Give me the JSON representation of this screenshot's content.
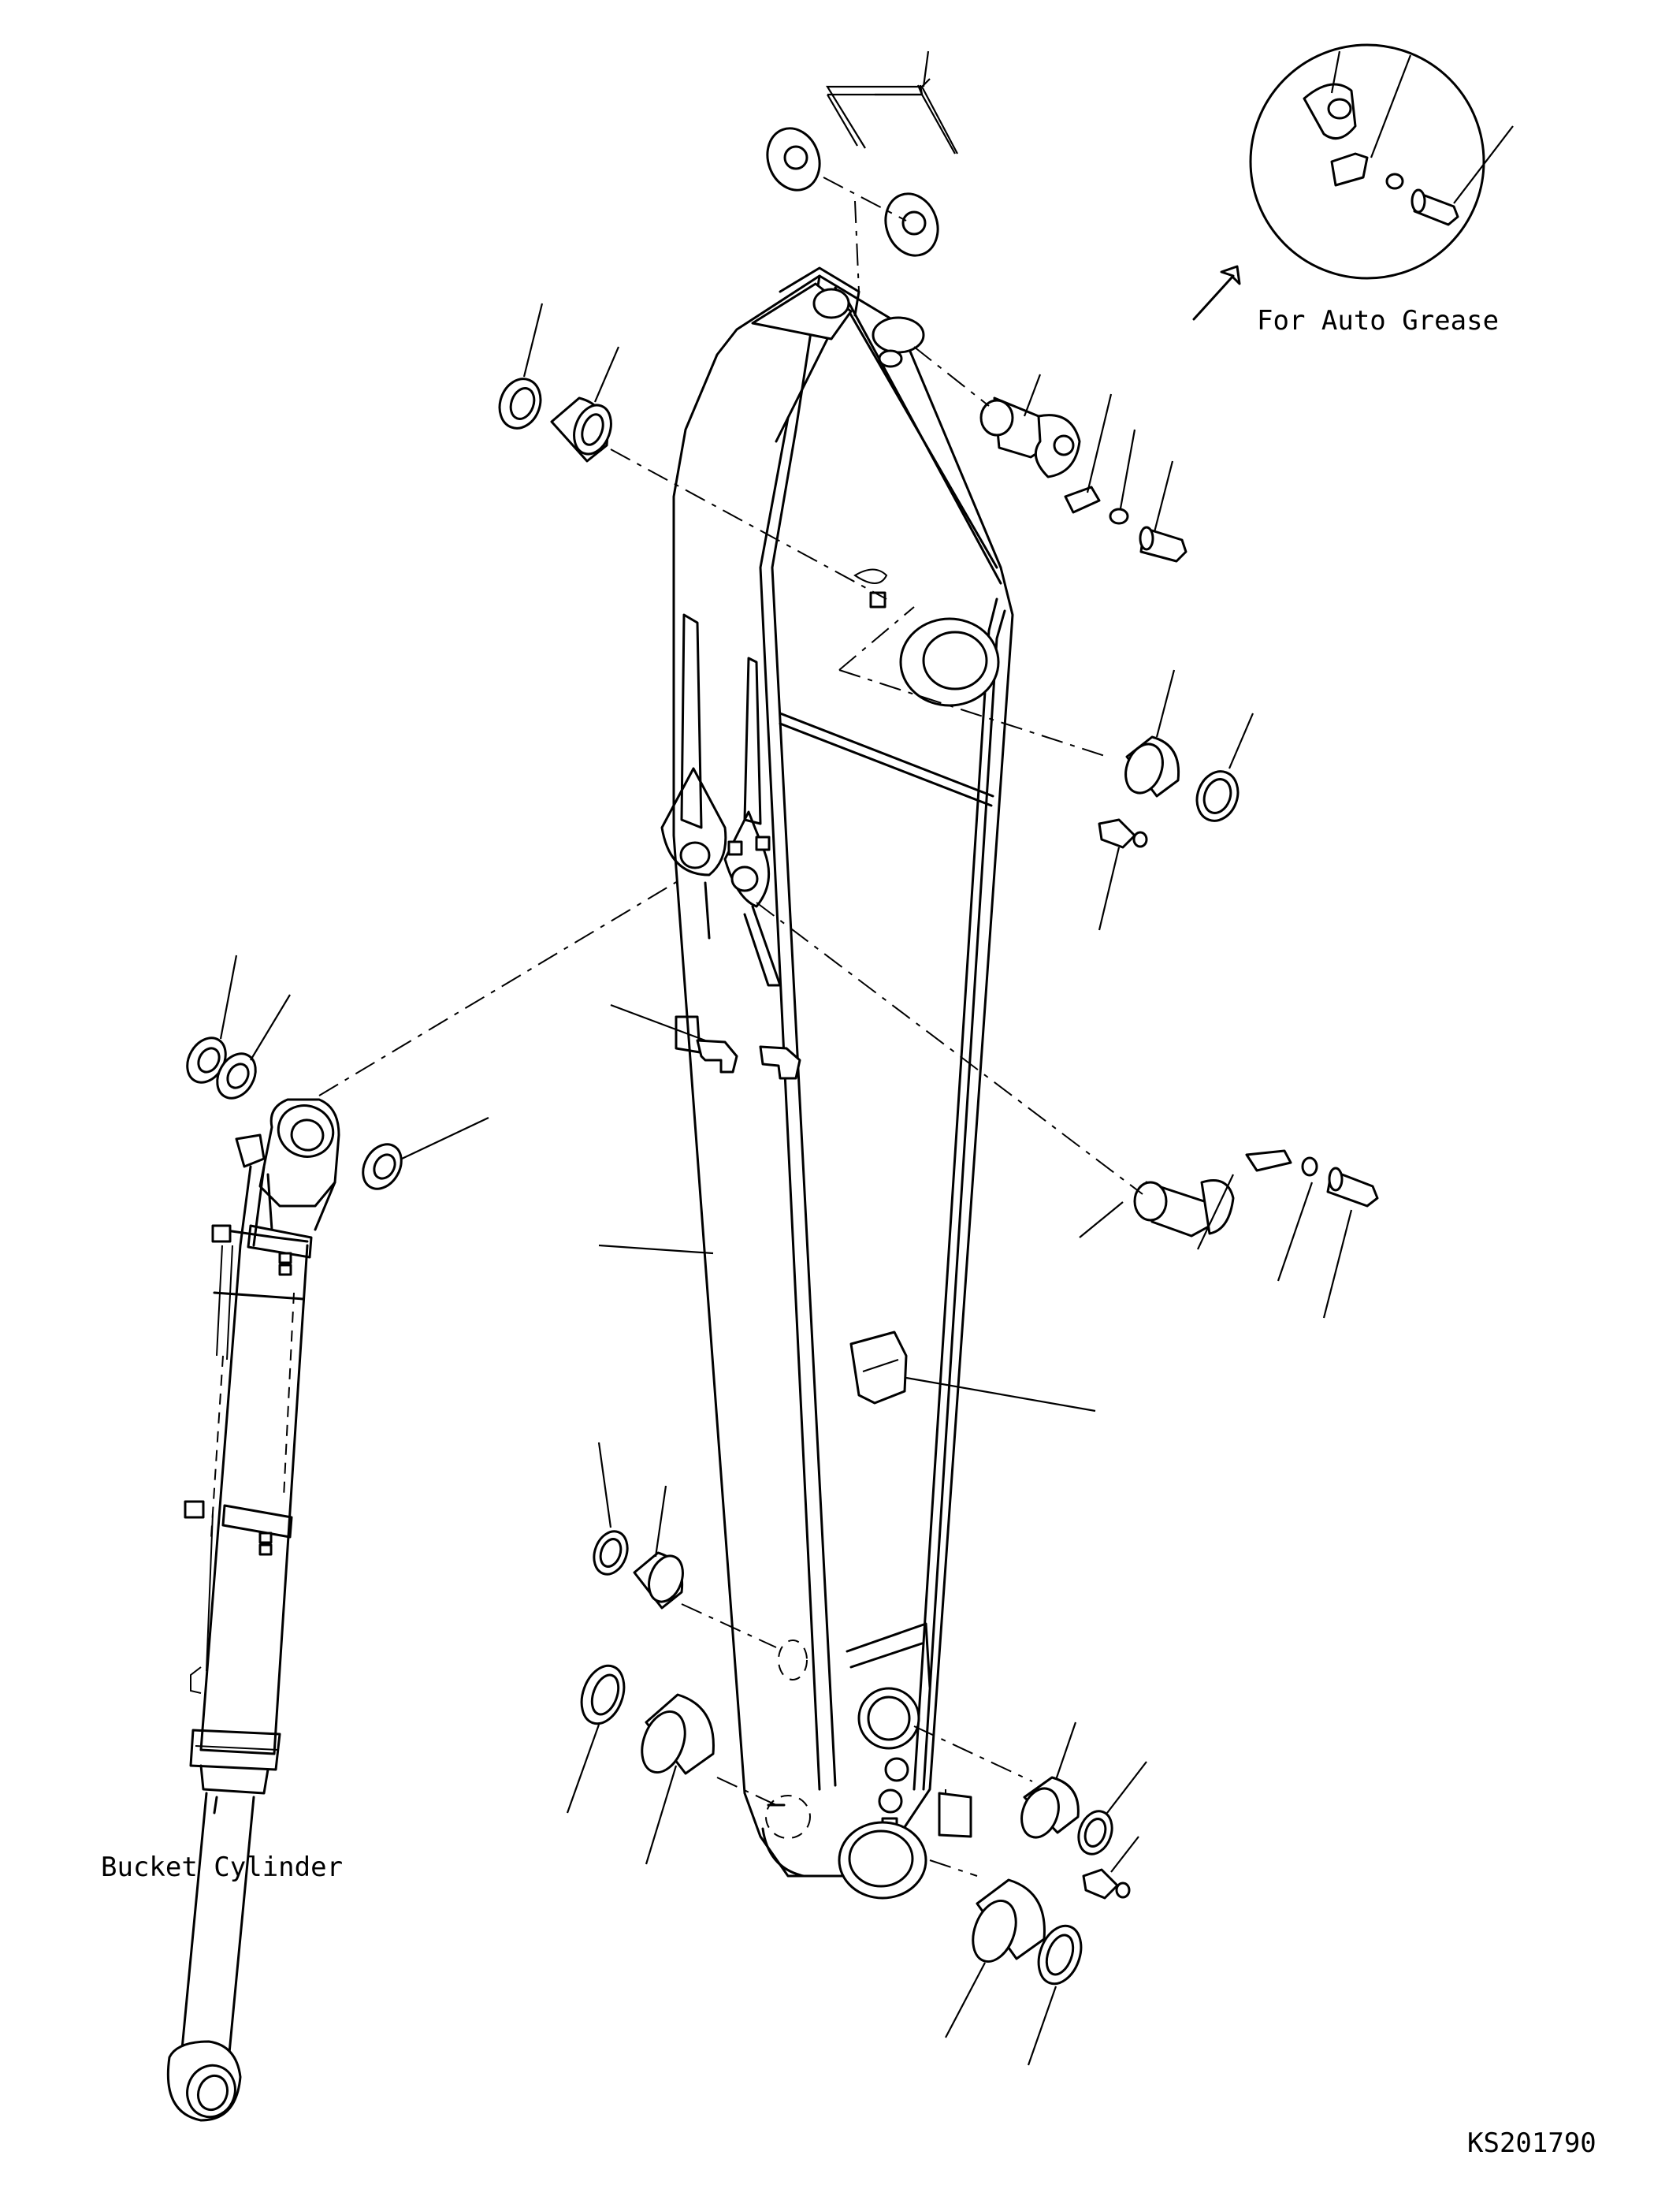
{
  "diagram": {
    "labels": {
      "auto_grease": "For Auto Grease",
      "bucket_cylinder": "Bucket Cylinder",
      "figure_code": "KS201790"
    }
  }
}
